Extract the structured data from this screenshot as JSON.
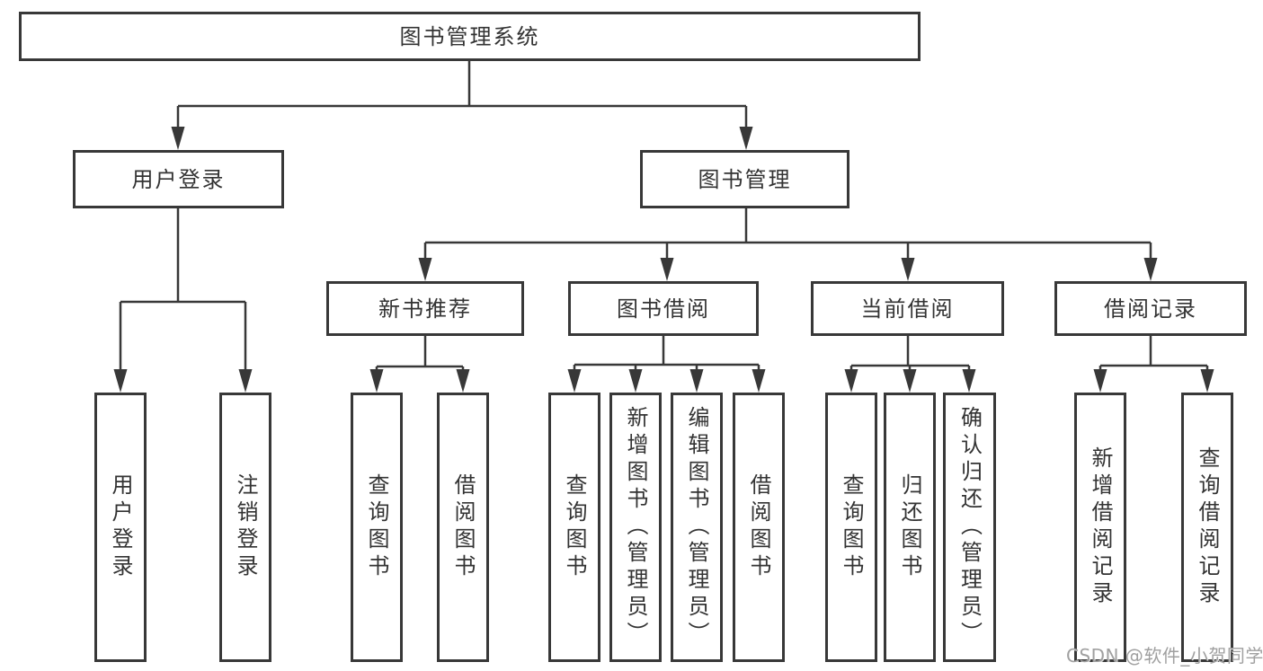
{
  "diagram": {
    "type": "tree",
    "root": {
      "label": "图书管理系统",
      "children": [
        {
          "label": "用户登录",
          "children": [
            {
              "label": "用户登录"
            },
            {
              "label": "注销登录"
            }
          ]
        },
        {
          "label": "图书管理",
          "children": [
            {
              "label": "新书推荐",
              "children": [
                {
                  "label": "查询图书"
                },
                {
                  "label": "借阅图书"
                }
              ]
            },
            {
              "label": "图书借阅",
              "children": [
                {
                  "label": "查询图书"
                },
                {
                  "label": "新增图书（管理员）"
                },
                {
                  "label": "编辑图书（管理员）"
                },
                {
                  "label": "借阅图书"
                }
              ]
            },
            {
              "label": "当前借阅",
              "children": [
                {
                  "label": "查询图书"
                },
                {
                  "label": "归还图书"
                },
                {
                  "label": "确认归还（管理员）"
                }
              ]
            },
            {
              "label": "借阅记录",
              "children": [
                {
                  "label": "新增借阅记录"
                },
                {
                  "label": "查询借阅记录"
                }
              ]
            }
          ]
        }
      ]
    }
  },
  "watermark": "CSDN @软件_小贺同学",
  "colors": {
    "background": "#ffffff",
    "box_border": "#383838",
    "connector": "#383838",
    "text": "#333333",
    "watermark": "#a0a0a0"
  }
}
